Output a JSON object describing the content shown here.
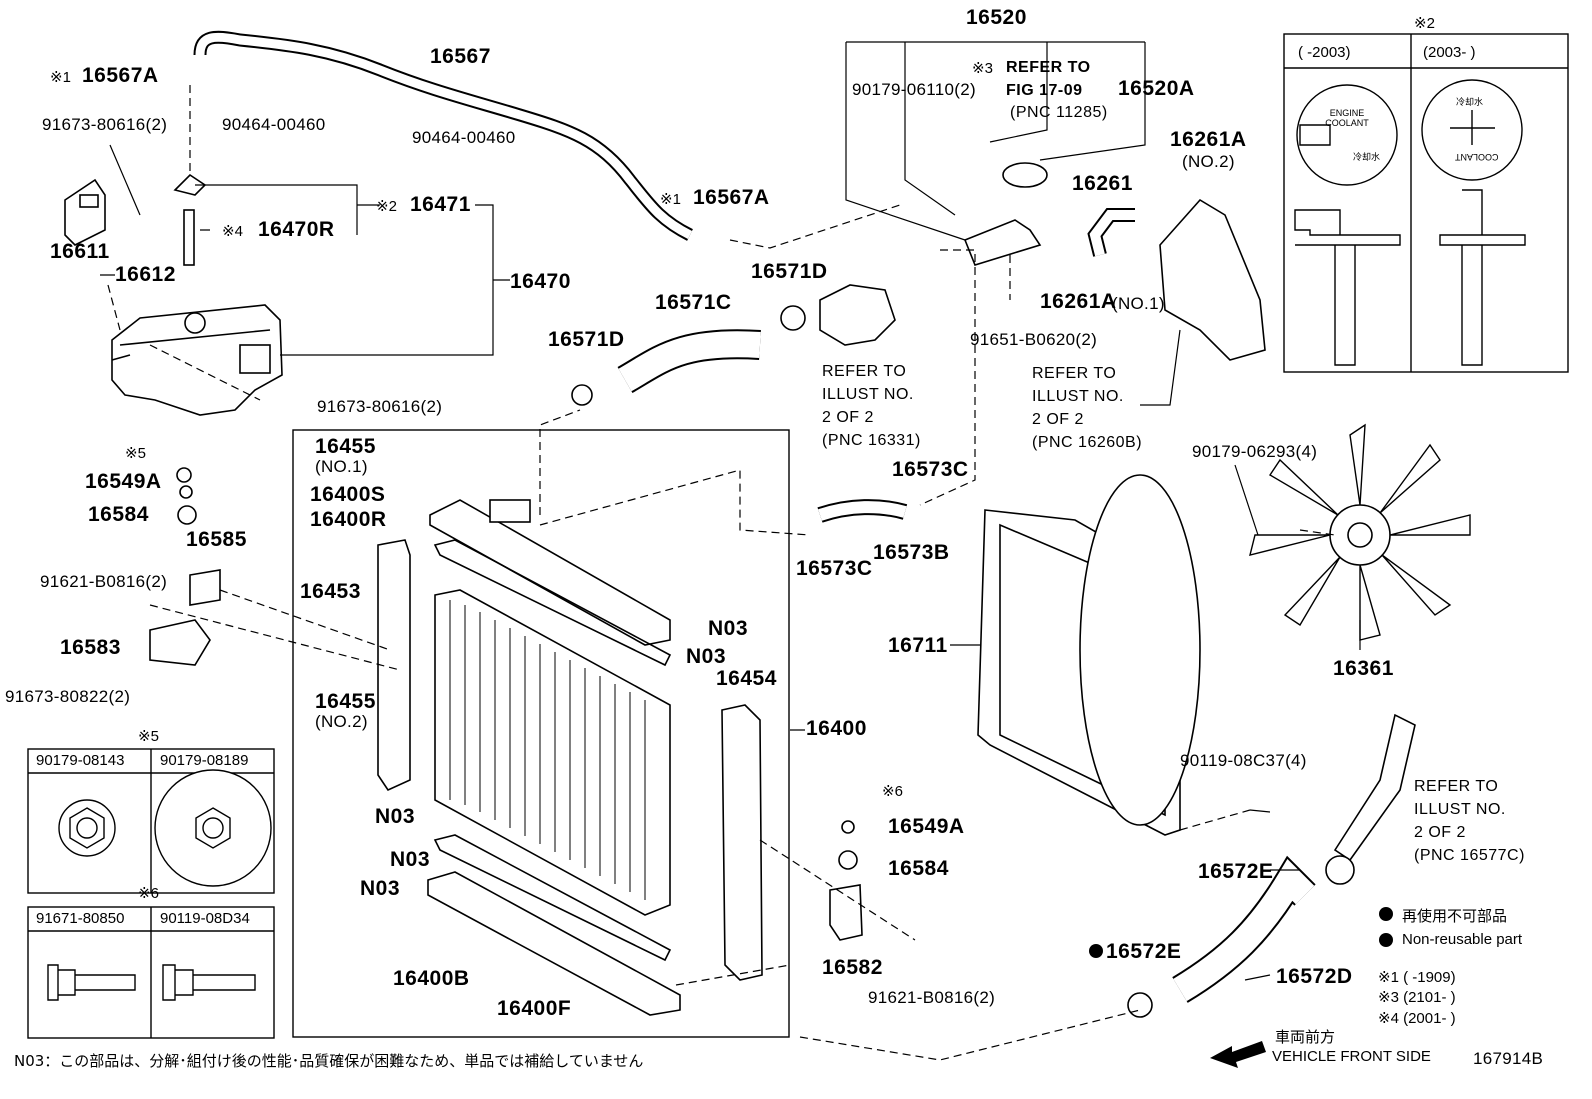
{
  "diagram_id": "167914B",
  "labels": {
    "p16520": "16520",
    "p16567": "16567",
    "p16567A_top": "16567A",
    "p16567A_mid": "16567A",
    "m1a": "※1",
    "m1b": "※1",
    "p91673_80616_a": "91673-80616(2)",
    "p90464_a": "90464-00460",
    "p90464_b": "90464-00460",
    "p16611": "16611",
    "p16612": "16612",
    "p16471": "16471",
    "m2_16471": "※2",
    "p16470R": "16470R",
    "m4_16470R": "※4",
    "p16470": "16470",
    "p91673_80616_b": "91673-80616(2)",
    "p16571C": "16571C",
    "p16571D_a": "16571D",
    "p16571D_b": "16571D",
    "p90179_06110": "90179-06110(2)",
    "m3_refer": "※3",
    "refer_fig_1": "REFER TO",
    "refer_fig_2": "FIG 17-09",
    "refer_fig_3": "(PNC 11285)",
    "p16520A": "16520A",
    "p16261A_top": "16261A",
    "p16261A_no2": "(NO.2)",
    "p16261": "16261",
    "p16261A_no1": "16261A",
    "p16261A_no1_sfx": "(NO.1)",
    "p91651": "91651-B0620(2)",
    "refer_16331": [
      "REFER TO",
      "ILLUST NO.",
      "2 OF 2",
      "(PNC 16331)"
    ],
    "refer_16260B": [
      "REFER TO",
      "ILLUST NO.",
      "2 OF 2",
      "(PNC 16260B)"
    ],
    "refer_16577C": [
      "REFER TO",
      "ILLUST NO.",
      "2 OF 2",
      "(PNC 16577C)"
    ],
    "p16455_no1": "16455",
    "p16455_no1_sfx": "(NO.1)",
    "p16400S": "16400S",
    "p16400R": "16400R",
    "m5_small": "※5",
    "p16549A_l": "16549A",
    "p16584_l": "16584",
    "p16585": "16585",
    "p91621_a": "91621-B0816(2)",
    "p16453": "16453",
    "p16583": "16583",
    "p91673_80822": "91673-80822(2)",
    "p16455_no2": "16455",
    "p16455_no2_sfx": "(NO.2)",
    "p16573C_a": "16573C",
    "p16573C_b": "16573C",
    "p16573B": "16573B",
    "n03_1": "N03",
    "n03_2": "N03",
    "n03_3": "N03",
    "n03_4": "N03",
    "n03_5": "N03",
    "p16454": "16454",
    "p16400": "16400",
    "m6_small": "※6",
    "p16549A_r": "16549A",
    "p16584_r": "16584",
    "p16582": "16582",
    "p91621_b": "91621-B0816(2)",
    "p16400B": "16400B",
    "p16400F": "16400F",
    "p16711": "16711",
    "p90179_06293": "90179-06293(4)",
    "p16361": "16361",
    "p90119_08C37": "90119-08C37(4)",
    "p16572E_a": "16572E",
    "p16572E_b": "16572E",
    "p16572D": "16572D",
    "legend_jp": "再使用不可部品",
    "legend_en": "Non-reusable part",
    "note1": "※1 (      -1909)",
    "note3": "※3 (2101-      )",
    "note4": "※4 (2001-      )",
    "front_jp": "車両前方",
    "front_en": "VEHICLE FRONT SIDE",
    "footnote": "N03：この部品は、分解･組付け後の性能･品質確保が困難なため、単品では補給していません"
  },
  "table_m2": {
    "mark": "※2",
    "col1": "(      -2003)",
    "col2": "(2003-      )",
    "cap1_text": "ENGINE COOLANT",
    "cap1_jp": "冷却水",
    "cap2_jp": "冷却水",
    "cap2_text": "COOLANT"
  },
  "table_m5": {
    "mark": "※5",
    "col1": "90179-08143",
    "col2": "90179-08189"
  },
  "table_m6": {
    "mark": "※6",
    "col1": "91671-80850",
    "col2": "90119-08D34"
  }
}
